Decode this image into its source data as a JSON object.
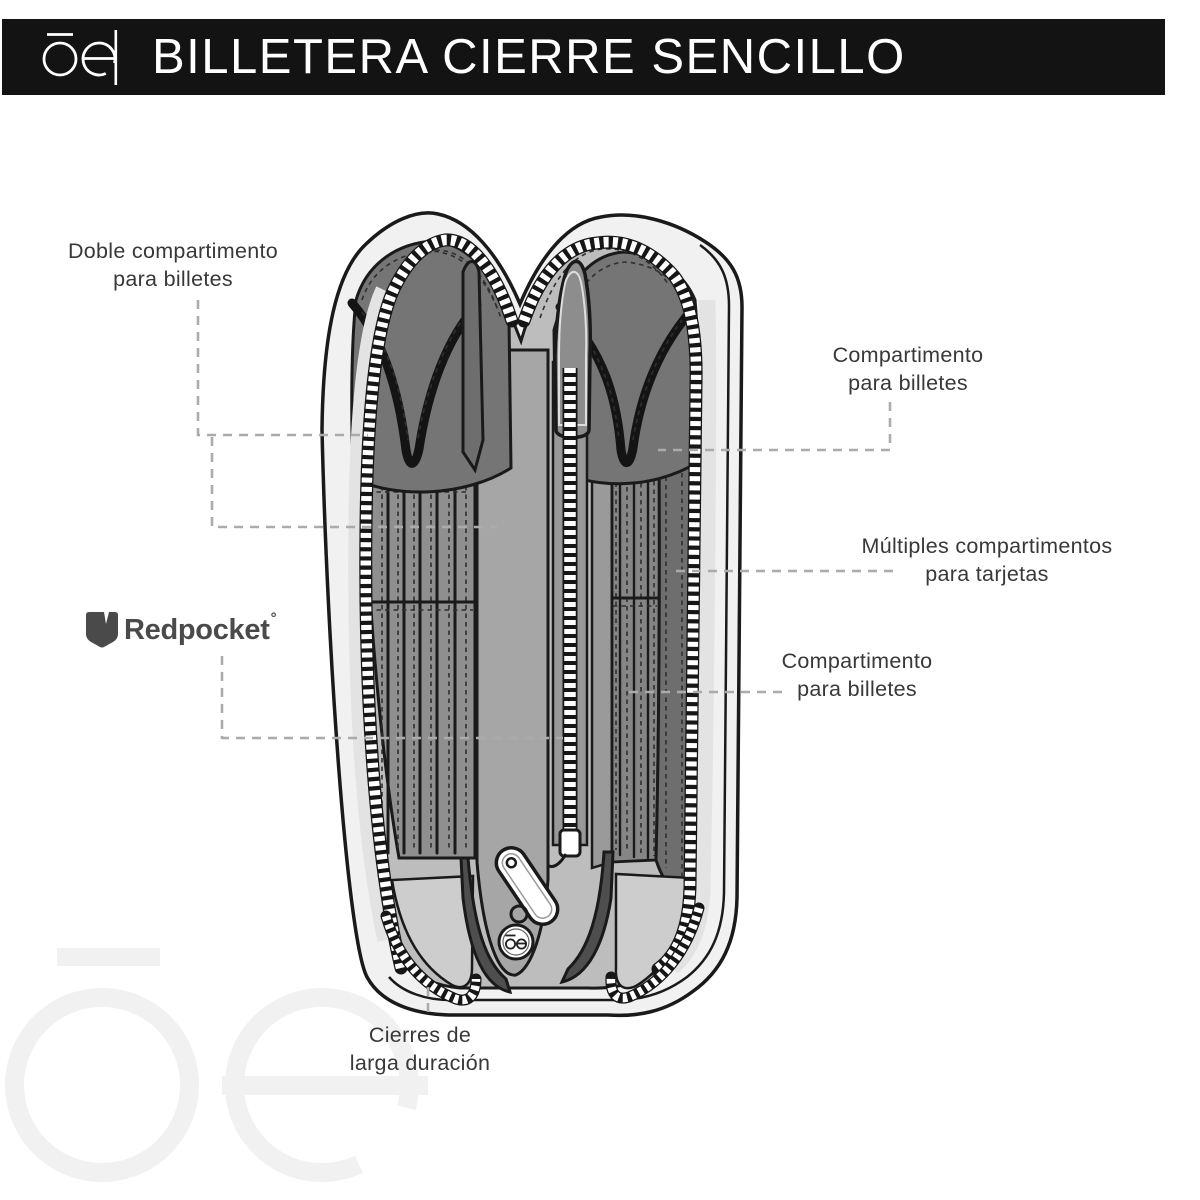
{
  "header": {
    "logo_text": "ōe",
    "title": "BILLETERA CIERRE SENCILLO",
    "bar_color": "#131313",
    "text_color": "#ffffff"
  },
  "callouts": {
    "doble": {
      "line1": "Doble compartimento",
      "line2": "para billetes"
    },
    "billetes_sup": {
      "line1": "Compartimento",
      "line2": "para billetes"
    },
    "tarjetas": {
      "line1": "Múltiples compartimentos",
      "line2": "para tarjetas"
    },
    "billetes_inf": {
      "line1": "Compartimento",
      "line2": "para billetes"
    },
    "cierres": {
      "line1": "Cierres de",
      "line2": "larga duración"
    }
  },
  "brand": {
    "name": "Redpocket",
    "mark": "°",
    "color": "#4a4a4a"
  },
  "watermark": {
    "text": "ōe",
    "color": "#f1f1f1"
  },
  "illustration": {
    "charm_text": "ōe",
    "line_color": "#1a1a1a",
    "callout_line_color": "#ababab"
  }
}
